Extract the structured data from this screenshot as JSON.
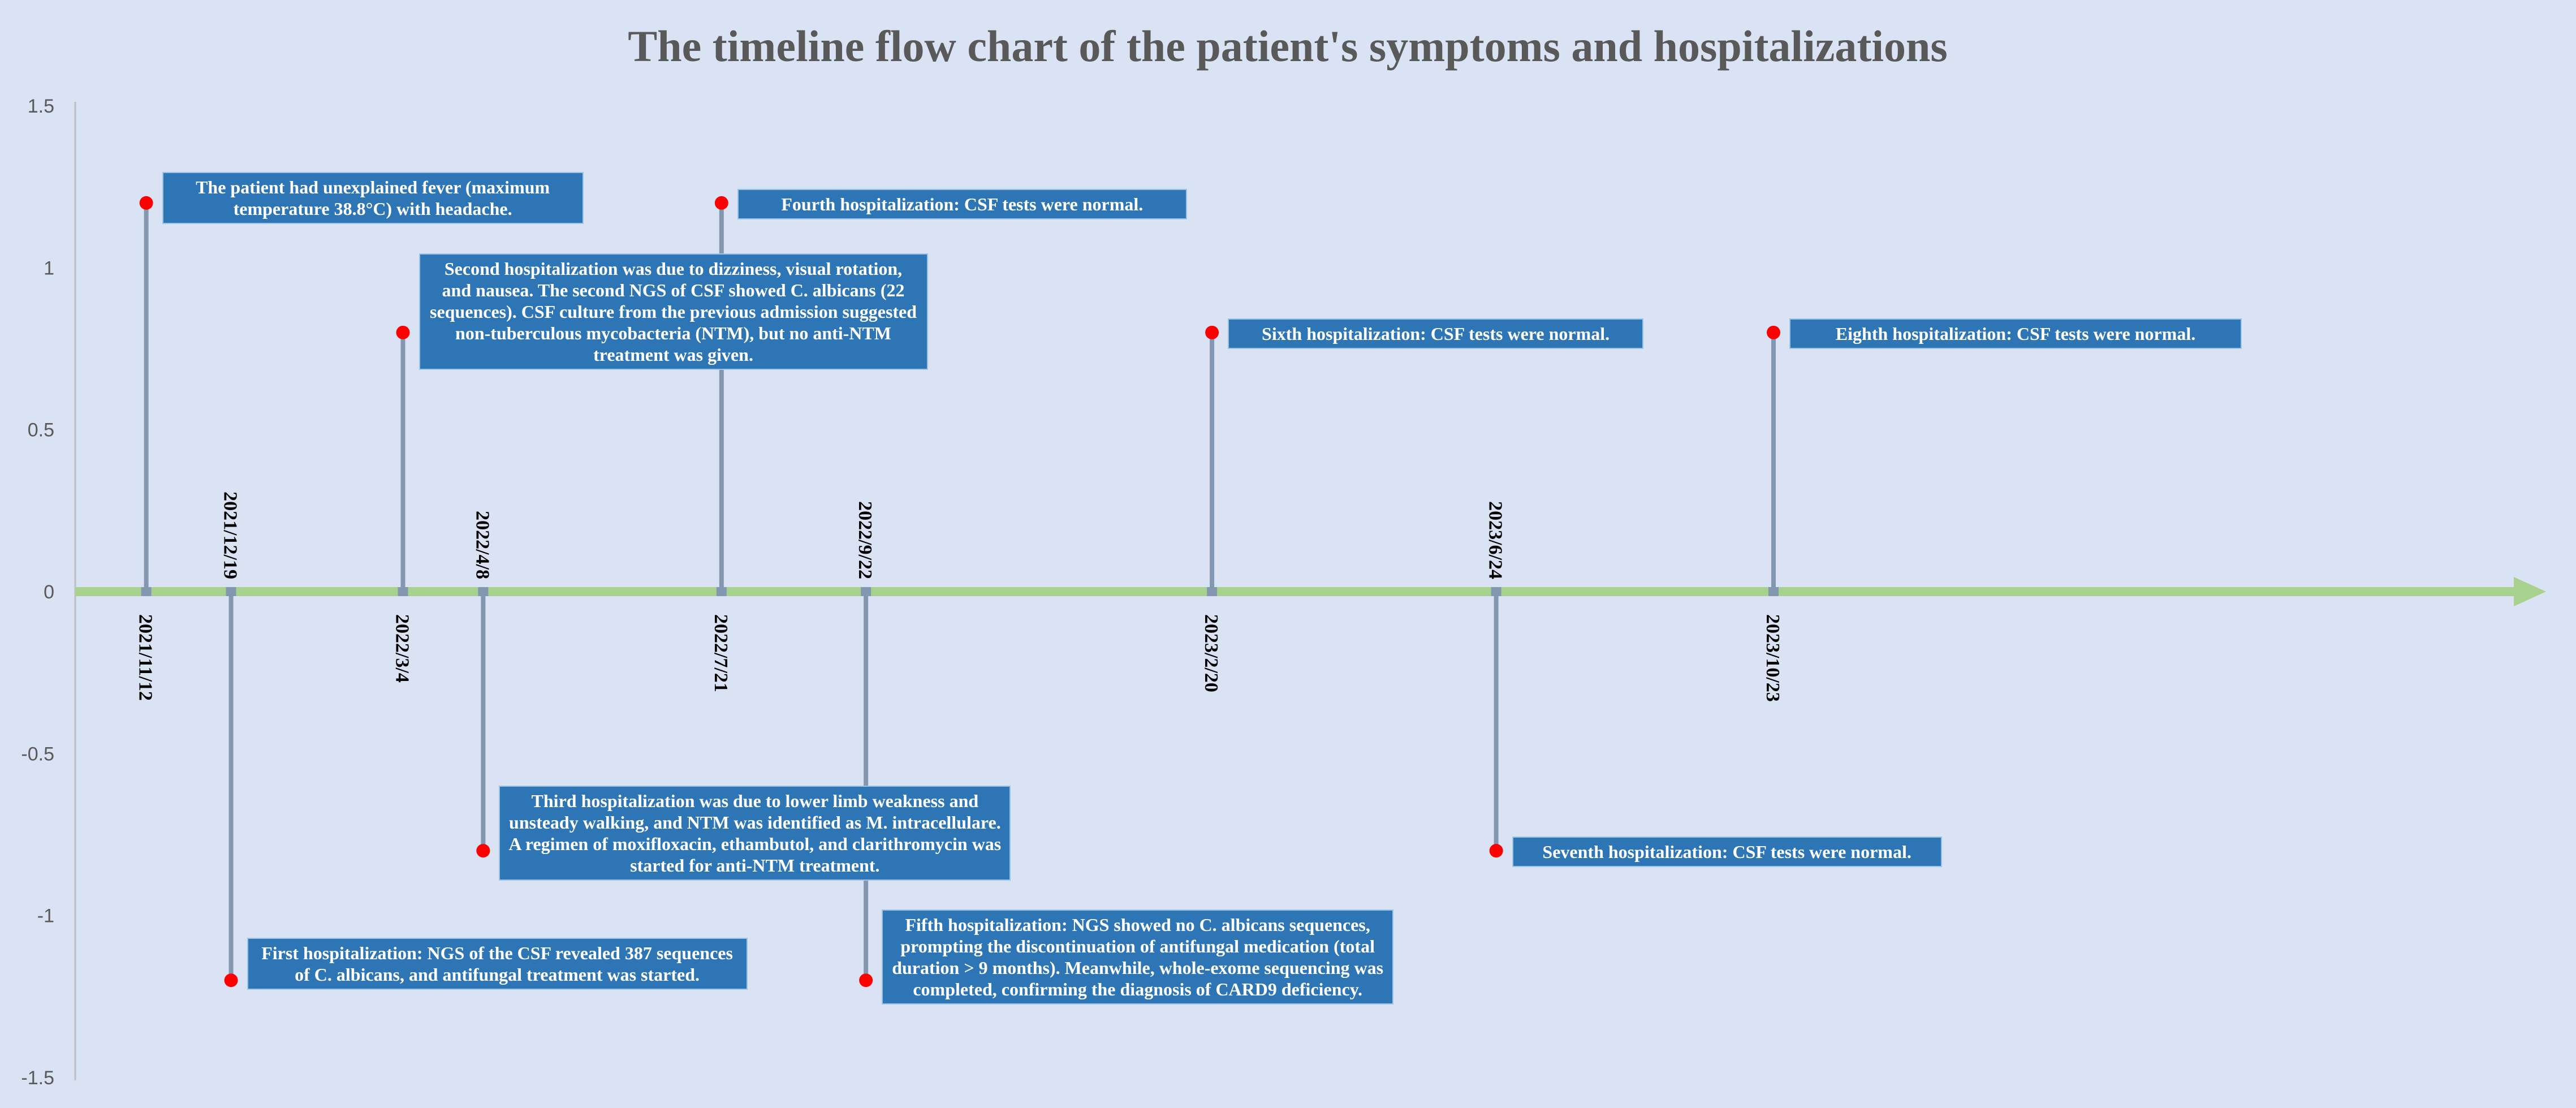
{
  "chart_data": {
    "type": "timeline",
    "title": "The timeline flow chart of the patient's symptoms and hospitalizations",
    "xlabel": "",
    "ylabel": "",
    "ylim": [
      -1.5,
      1.5
    ],
    "yticks": [
      1.5,
      1,
      0.5,
      0,
      -0.5,
      -1,
      -1.5
    ],
    "ytick_labels": [
      "1.5",
      "1",
      "0.5",
      "0",
      "-0.5",
      "-1",
      "-1.5"
    ],
    "xlim": [
      "2021-10-12",
      "2024-09-10"
    ],
    "grid": false,
    "legend": "none",
    "colors": {
      "background": "#dae3f3",
      "axis_arrow": "#a9d18e",
      "stem": "#8497b0",
      "point": "#ff0000",
      "box": "#2e75b6",
      "box_text": "#ffffff"
    },
    "events": [
      {
        "date": "2021-11-12",
        "date_label": "2021/11/12",
        "y": 1.2,
        "label_side": "below",
        "text": "The patient had unexplained fever (maximum temperature 38.8°C) with headache."
      },
      {
        "date": "2021-12-19",
        "date_label": "2021/12/19",
        "y": -1.2,
        "label_side": "above",
        "text": "First hospitalization: NGS of the CSF revealed 387 sequences of C. albicans, and antifungal treatment was started."
      },
      {
        "date": "2022-03-04",
        "date_label": "2022/3/4",
        "y": 0.8,
        "label_side": "below",
        "text": "Second hospitalization was due to dizziness, visual rotation, and nausea. The second NGS of CSF showed C. albicans (22 sequences). CSF culture from the previous admission suggested non-tuberculous mycobacteria (NTM), but no anti-NTM treatment was given."
      },
      {
        "date": "2022-04-08",
        "date_label": "2022/4/8",
        "y": -0.8,
        "label_side": "above",
        "text": "Third hospitalization was due to lower limb weakness and unsteady walking, and NTM was identified as M. intracellulare. A regimen of moxifloxacin, ethambutol, and clarithromycin  was started for anti-NTM treatment."
      },
      {
        "date": "2022-07-21",
        "date_label": "2022/7/21",
        "y": 1.2,
        "label_side": "below",
        "text": "Fourth hospitalization: CSF tests were normal."
      },
      {
        "date": "2022-09-22",
        "date_label": "2022/9/22",
        "y": -1.2,
        "label_side": "above",
        "text": "Fifth hospitalization: NGS showed no C. albicans sequences, prompting the discontinuation of antifungal medication (total duration > 9 months). Meanwhile, whole-exome sequencing was completed, confirming the diagnosis of CARD9 deficiency."
      },
      {
        "date": "2023-02-20",
        "date_label": "2023/2/20",
        "y": 0.8,
        "label_side": "below",
        "text": "Sixth hospitalization: CSF tests were normal."
      },
      {
        "date": "2023-06-24",
        "date_label": "2023/6/24",
        "y": -0.8,
        "label_side": "above",
        "text": "Seventh hospitalization: CSF tests were normal."
      },
      {
        "date": "2023-10-23",
        "date_label": "2023/10/23",
        "y": 0.8,
        "label_side": "below",
        "text": "Eighth hospitalization: CSF tests were normal."
      }
    ]
  }
}
